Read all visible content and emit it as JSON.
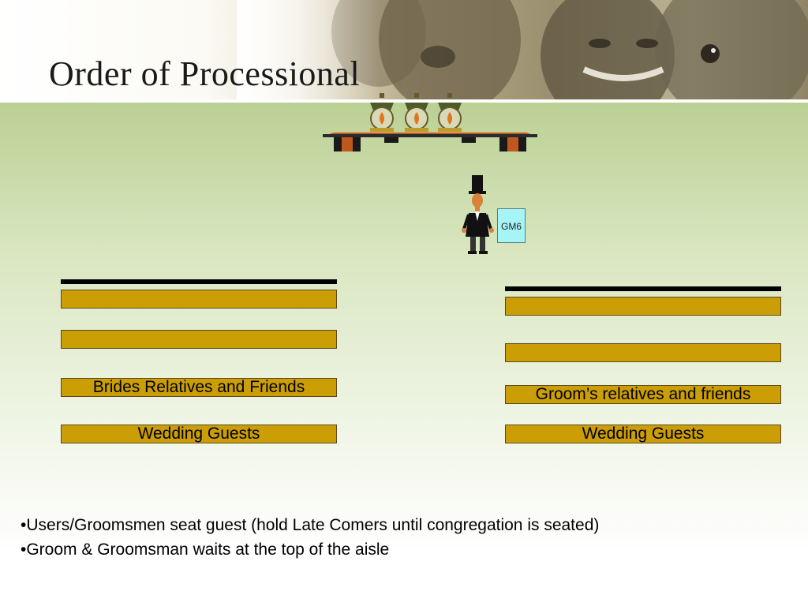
{
  "slide": {
    "title": "Order of Processional"
  },
  "groomsman_box": {
    "label": "GM6"
  },
  "left_pews": {
    "row3_label": "Brides Relatives and Friends",
    "row4_label": "Wedding Guests"
  },
  "right_pews": {
    "row3_label": "Groom’s relatives and friends",
    "row4_label": "Wedding Guests"
  },
  "notes": [
    "•Users/Groomsmen seat guest (hold Late Comers until congregation is seated)",
    "•Groom & Groomsman waits at the top of the aisle"
  ],
  "colors": {
    "pew_fill": "#cc9e05",
    "gm_box_fill": "#a6f5f6",
    "background_green": "#a9c47c"
  },
  "icons": [
    "header-photo-collage",
    "lantern-icon",
    "altar-table-icon",
    "groom-figure-icon"
  ]
}
